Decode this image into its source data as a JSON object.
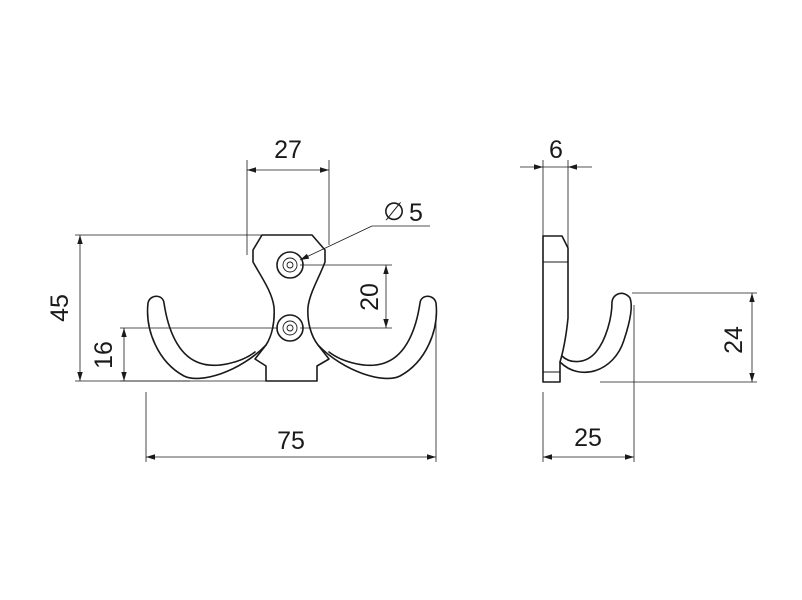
{
  "dimensions": {
    "front_width": "75",
    "front_height": "45",
    "plate_width": "27",
    "hole_spacing": "20",
    "hook_tip_height": "16",
    "hole_diameter": "5",
    "diameter_symbol": "∅",
    "side_thickness": "6",
    "side_depth": "25",
    "side_hook_height": "24"
  }
}
